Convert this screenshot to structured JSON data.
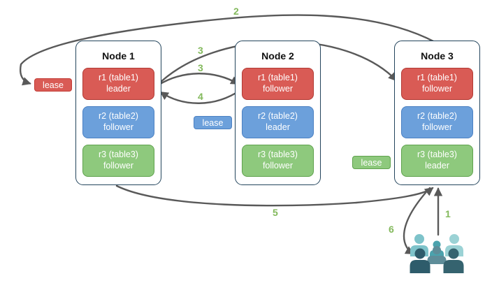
{
  "diagram": {
    "background": "#ffffff",
    "nodes": [
      {
        "title": "Node 1",
        "replicas": [
          {
            "range": "r1 (table1)",
            "role": "leader",
            "color": "red"
          },
          {
            "range": "r2 (table2)",
            "role": "follower",
            "color": "blue"
          },
          {
            "range": "r3 (table3)",
            "role": "follower",
            "color": "green"
          }
        ]
      },
      {
        "title": "Node 2",
        "replicas": [
          {
            "range": "r1 (table1)",
            "role": "follower",
            "color": "red"
          },
          {
            "range": "r2 (table2)",
            "role": "leader",
            "color": "blue"
          },
          {
            "range": "r3 (table3)",
            "role": "follower",
            "color": "green"
          }
        ]
      },
      {
        "title": "Node 3",
        "replicas": [
          {
            "range": "r1 (table1)",
            "role": "follower",
            "color": "red"
          },
          {
            "range": "r2 (table2)",
            "role": "follower",
            "color": "blue"
          },
          {
            "range": "r3 (table3)",
            "role": "leader",
            "color": "green"
          }
        ]
      }
    ],
    "leases": [
      {
        "label": "lease",
        "color": "red"
      },
      {
        "label": "lease",
        "color": "blue"
      },
      {
        "label": "lease",
        "color": "green"
      }
    ],
    "steps": {
      "s1": "1",
      "s2": "2",
      "s3a": "3",
      "s3b": "3",
      "s4": "4",
      "s5": "5",
      "s6": "6"
    },
    "arrows": [
      {
        "step": "1",
        "from": "clients-group",
        "to": "node-3-r3-leader"
      },
      {
        "step": "2",
        "from": "node-3-top",
        "to": "red-lease-badge"
      },
      {
        "step": "3",
        "from": "node-1-r1-leader",
        "to": "node-3-r1-follower"
      },
      {
        "step": "3",
        "from": "node-1-r1-leader",
        "to": "node-2-r1-follower"
      },
      {
        "step": "4",
        "from": "node-2-r1-follower",
        "to": "node-1-r1-leader"
      },
      {
        "step": "5",
        "from": "node-1-bottom",
        "to": "node-3-r3-leader"
      },
      {
        "step": "6",
        "from": "node-3-r3-leader",
        "to": "clients-group"
      }
    ],
    "colors": {
      "arrow": "#595959",
      "step_number": "#83b95c",
      "node_border": "#23445c",
      "red_fill": "#d95b55",
      "red_border": "#b13a34",
      "blue_fill": "#6ca0db",
      "blue_border": "#4b80c2",
      "green_fill": "#8ec97d",
      "green_border": "#5fa24d",
      "people": [
        "#7ec3ca",
        "#9bd2d5",
        "#4ba2ad",
        "#5e8d99",
        "#2e5c6b",
        "#35636f"
      ]
    },
    "icons": {
      "clients": "users-icon"
    }
  }
}
